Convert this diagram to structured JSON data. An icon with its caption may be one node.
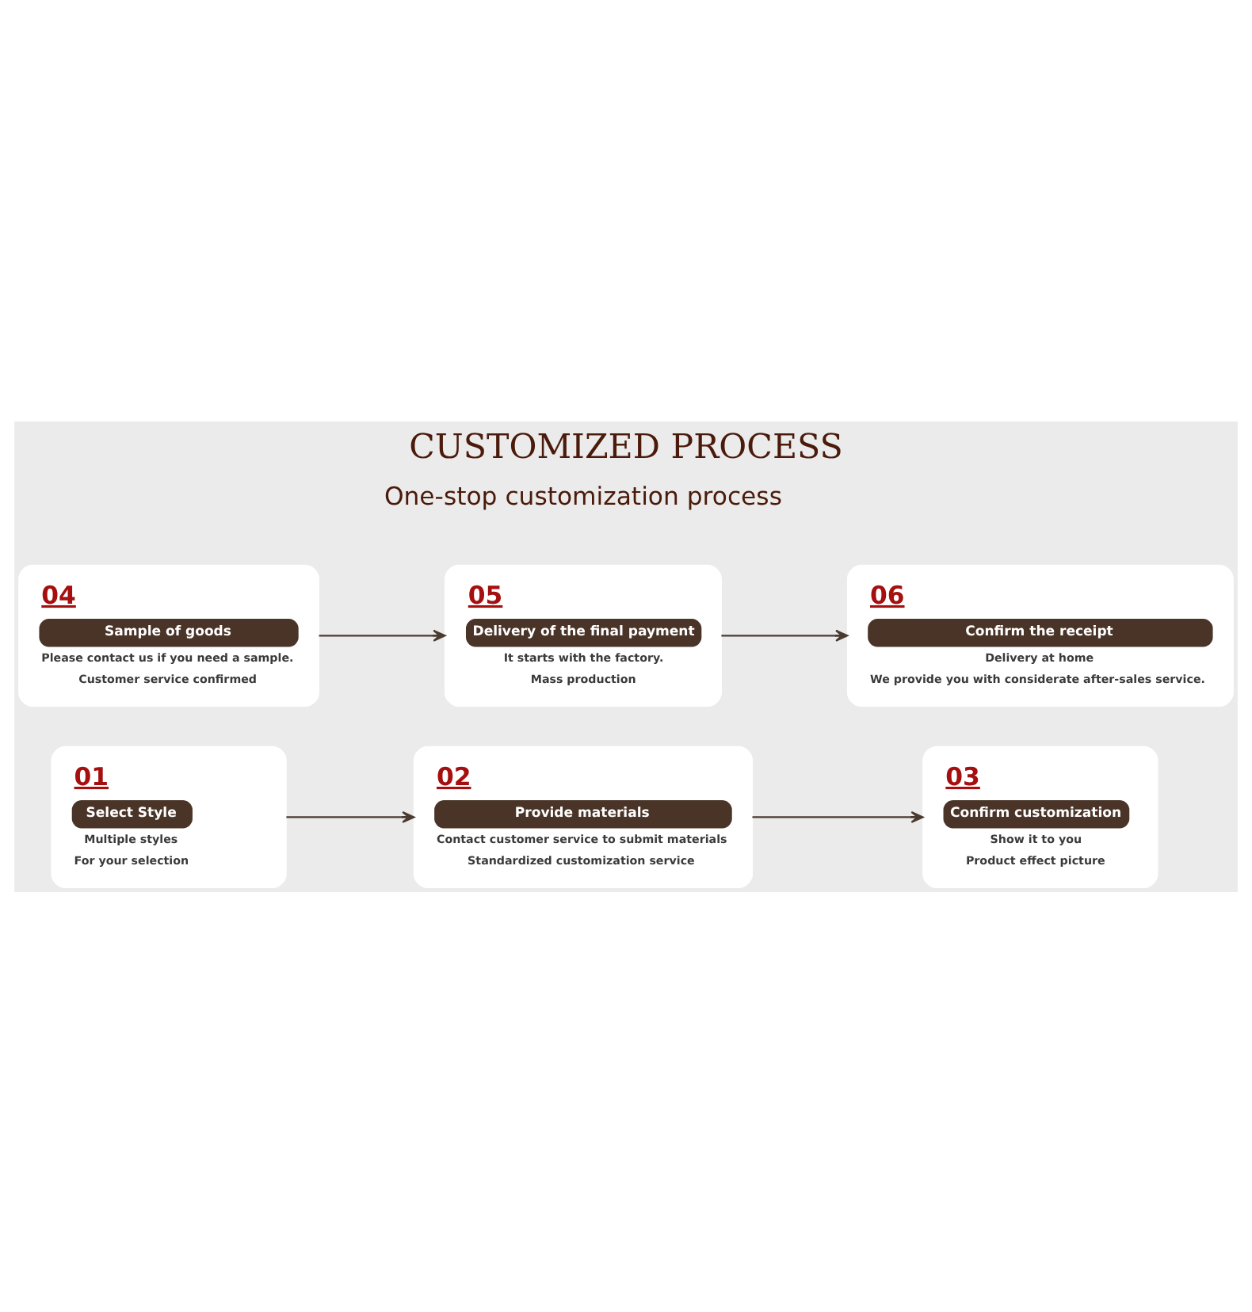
{
  "diagram": {
    "title": "CUSTOMIZED PROCESS",
    "nodes": [
      {
        "text": [
          "01",
          "Select Style",
          "Multiple styles",
          "For your selection"
        ]
      },
      {
        "text": [
          "02",
          "Provide materials",
          "Contact customer service to submit materials",
          "Standardized customization service"
        ]
      },
      {
        "text": [
          "03",
          "Confirm customization",
          "Show it to you",
          "Product effect picture"
        ]
      },
      {
        "text": [
          "04",
          "Sample of goods",
          "Please contact us if you need a sample.",
          "Customer service confirmed"
        ]
      },
      {
        "text": [
          "05",
          "Delivery of the final payment",
          "It starts with the factory.",
          "Mass production"
        ]
      },
      {
        "text": [
          "06",
          "Confirm the receipt",
          "Delivery at home",
          "We provide you with considerate after-sales service."
        ]
      }
    ],
    "edges": [
      {
        "from": 0,
        "to": 1,
        "arrow": "to"
      },
      {
        "from": 1,
        "to": 2,
        "arrow": "to"
      },
      {
        "from": 3,
        "to": 4,
        "arrow": "to"
      },
      {
        "from": 4,
        "to": 5,
        "arrow": "to"
      }
    ],
    "labels": [
      "One-stop customization process"
    ]
  }
}
